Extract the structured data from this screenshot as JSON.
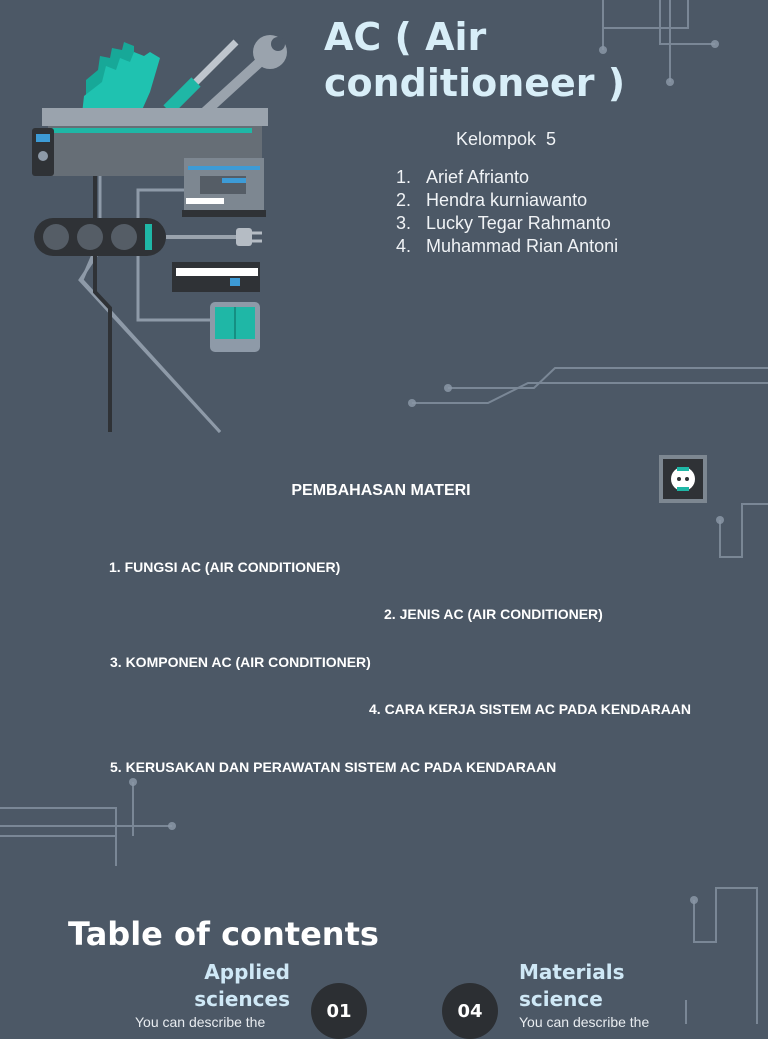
{
  "slide1": {
    "title": "AC ( Air conditioneer )",
    "group_label": "Kelompok  5",
    "members": [
      {
        "num": "1.",
        "name": "Arief Afrianto"
      },
      {
        "num": "2.",
        "name": "Hendra kurniawanto"
      },
      {
        "num": "3.",
        "name": "Lucky Tegar Rahmanto"
      },
      {
        "num": "4.",
        "name": "Muhammad Rian Antoni"
      }
    ]
  },
  "slide2": {
    "title": "PEMBAHASAN MATERI",
    "topics": [
      "1. FUNGSI AC (AIR CONDITIONER)",
      "2. JENIS AC (AIR CONDITIONER)",
      "3. KOMPONEN AC (AIR CONDITIONER)",
      "4. CARA KERJA SISTEM AC PADA KENDARAAN",
      "5. KERUSAKAN DAN PERAWATAN SISTEM AC PADA KENDARAAN"
    ]
  },
  "slide3": {
    "title": "Table of contents",
    "items": [
      {
        "heading": "Applied sciences",
        "desc": "You can describe the",
        "number": "01"
      },
      {
        "heading": "Materials science",
        "desc": "You can describe the",
        "number": "04"
      }
    ]
  },
  "colors": {
    "background": "#4c5866",
    "title_accent": "#d8eef8",
    "teal": "#1fb7a6",
    "circuit_line": "#8a97a6"
  },
  "icons": [
    "gloves-icon",
    "screwdriver-icon",
    "wrench-icon",
    "toolbox-icon",
    "multimeter-icon",
    "power-strip-icon",
    "plug-icon",
    "circuit-breaker-icon",
    "light-switch-icon",
    "power-socket-icon"
  ]
}
